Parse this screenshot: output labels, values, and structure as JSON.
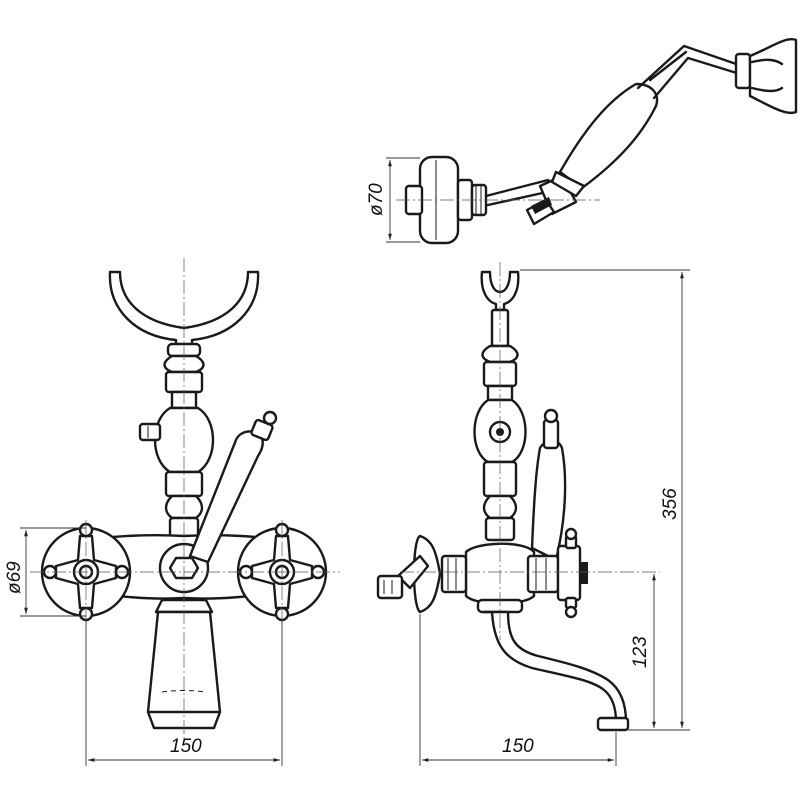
{
  "dimensions": {
    "shower_head_diameter": "ø70",
    "flange_diameter": "ø69",
    "front_width": "150",
    "side_projection": "150",
    "spout_height": "123",
    "overall_height": "356"
  }
}
